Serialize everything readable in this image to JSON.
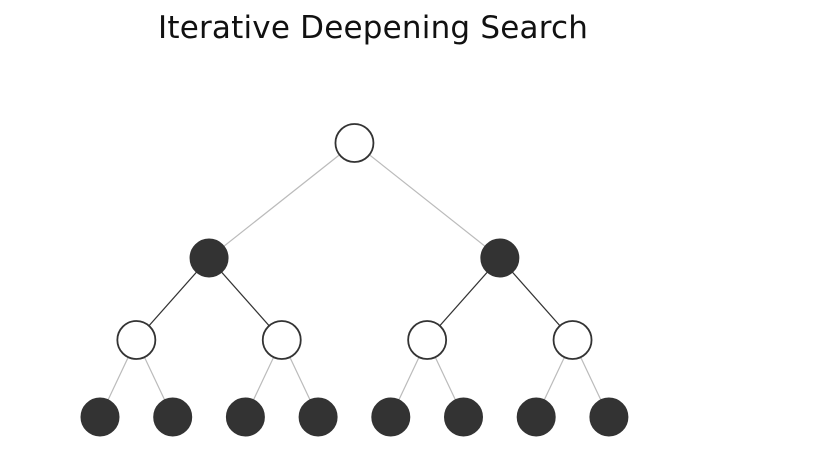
{
  "title": "Iterative Deepening Search",
  "colors": {
    "filled": "#333333",
    "outline": "#333333",
    "empty": "#ffffff",
    "edge_dark": "#333333",
    "edge_light": "#bbbbbb"
  },
  "tree": {
    "nodes": [
      {
        "id": "n0",
        "depth": 0,
        "state": "empty"
      },
      {
        "id": "n1",
        "depth": 1,
        "state": "filled"
      },
      {
        "id": "n2",
        "depth": 1,
        "state": "filled"
      },
      {
        "id": "n3",
        "depth": 2,
        "state": "empty"
      },
      {
        "id": "n4",
        "depth": 2,
        "state": "empty"
      },
      {
        "id": "n5",
        "depth": 2,
        "state": "empty"
      },
      {
        "id": "n6",
        "depth": 2,
        "state": "empty"
      },
      {
        "id": "n7",
        "depth": 3,
        "state": "filled"
      },
      {
        "id": "n8",
        "depth": 3,
        "state": "filled"
      },
      {
        "id": "n9",
        "depth": 3,
        "state": "filled"
      },
      {
        "id": "n10",
        "depth": 3,
        "state": "filled"
      },
      {
        "id": "n11",
        "depth": 3,
        "state": "filled"
      },
      {
        "id": "n12",
        "depth": 3,
        "state": "filled"
      },
      {
        "id": "n13",
        "depth": 3,
        "state": "filled"
      },
      {
        "id": "n14",
        "depth": 3,
        "state": "filled"
      }
    ],
    "edges": [
      {
        "from": "n0",
        "to": "n1",
        "style": "light"
      },
      {
        "from": "n0",
        "to": "n2",
        "style": "light"
      },
      {
        "from": "n1",
        "to": "n3",
        "style": "dark"
      },
      {
        "from": "n1",
        "to": "n4",
        "style": "dark"
      },
      {
        "from": "n2",
        "to": "n5",
        "style": "dark"
      },
      {
        "from": "n2",
        "to": "n6",
        "style": "dark"
      },
      {
        "from": "n3",
        "to": "n7",
        "style": "light"
      },
      {
        "from": "n3",
        "to": "n8",
        "style": "light"
      },
      {
        "from": "n4",
        "to": "n9",
        "style": "light"
      },
      {
        "from": "n4",
        "to": "n10",
        "style": "light"
      },
      {
        "from": "n5",
        "to": "n11",
        "style": "light"
      },
      {
        "from": "n5",
        "to": "n12",
        "style": "light"
      },
      {
        "from": "n6",
        "to": "n13",
        "style": "light"
      },
      {
        "from": "n6",
        "to": "n14",
        "style": "light"
      }
    ]
  }
}
